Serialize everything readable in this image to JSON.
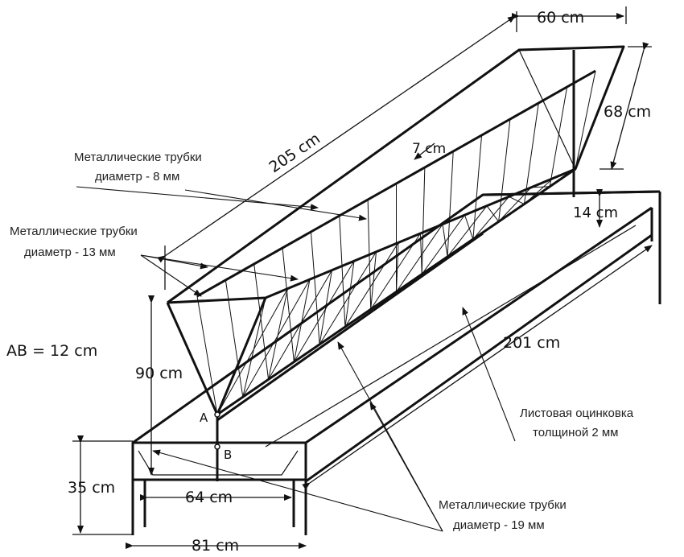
{
  "dimensions": {
    "top_width": "60 cm",
    "hopper_height": "68 cm",
    "hopper_length": "205 cm",
    "mesh_spacing": "7 cm",
    "trough_depth": "14 cm",
    "trough_length": "201 cm",
    "total_height": "90 cm",
    "leg_height": "35 cm",
    "inner_width": "64 cm",
    "outer_width": "81 cm",
    "ab_distance": "AB = 12 cm"
  },
  "points": {
    "a": "A",
    "b": "B"
  },
  "labels": {
    "pipe8_line1": "Металлические трубки",
    "pipe8_line2": "диаметр - 8 мм",
    "pipe13_line1": "Металлические трубки",
    "pipe13_line2": "диаметр - 13 мм",
    "sheet_line1": "Листовая оцинковка",
    "sheet_line2": "толщиной 2 мм",
    "pipe19_line1": "Металлические трубки",
    "pipe19_line2": "диаметр - 19 мм"
  },
  "colors": {
    "ink": "#111111",
    "background": "#ffffff"
  }
}
